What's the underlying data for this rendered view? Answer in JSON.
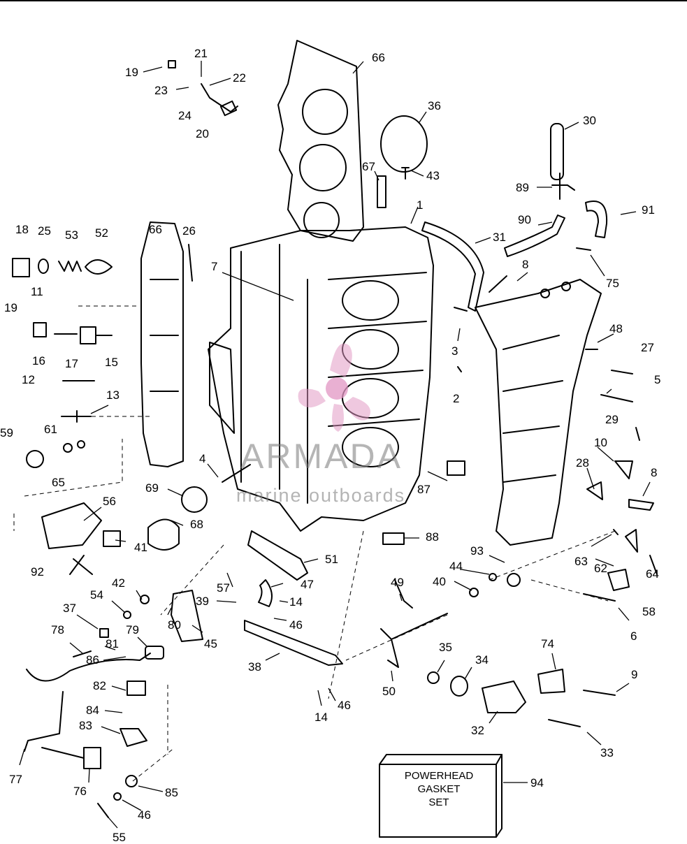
{
  "watermark": {
    "brand": "ARMADA",
    "sub": "marine outboards"
  },
  "gasket_box": {
    "line1": "POWERHEAD",
    "line2": "GASKET",
    "line3": "SET"
  },
  "callouts": [
    "19",
    "21",
    "22",
    "23",
    "24",
    "20",
    "66",
    "36",
    "30",
    "67",
    "43",
    "89",
    "91",
    "90",
    "1",
    "31",
    "75",
    "18",
    "25",
    "53",
    "52",
    "66",
    "26",
    "7",
    "8",
    "11",
    "48",
    "27",
    "19",
    "16",
    "17",
    "15",
    "3",
    "5",
    "12",
    "2",
    "29",
    "13",
    "10",
    "28",
    "8",
    "59",
    "61",
    "65",
    "4",
    "87",
    "69",
    "56",
    "68",
    "88",
    "41",
    "92",
    "51",
    "93",
    "63",
    "62",
    "64",
    "57",
    "44",
    "42",
    "47",
    "40",
    "54",
    "39",
    "14",
    "80",
    "58",
    "46",
    "37",
    "45",
    "6",
    "78",
    "81",
    "79",
    "49",
    "35",
    "34",
    "74",
    "86",
    "38",
    "9",
    "82",
    "50",
    "46",
    "84",
    "14",
    "83",
    "32",
    "33",
    "77",
    "76",
    "85",
    "46",
    "94",
    "55"
  ]
}
